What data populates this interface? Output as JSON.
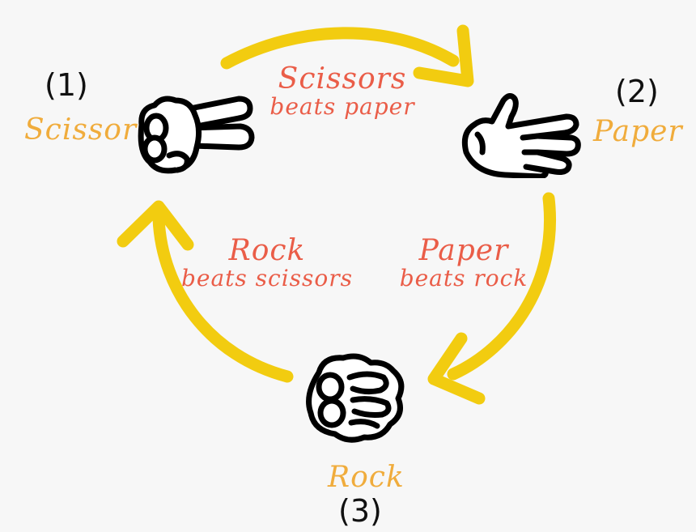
{
  "nodes": {
    "scissor": {
      "number": "(1)",
      "name": "Scissor"
    },
    "paper": {
      "number": "(2)",
      "name": "Paper"
    },
    "rock": {
      "number": "(3)",
      "name": "Rock"
    }
  },
  "rules": {
    "scissors_paper": {
      "title": "Scissors",
      "subtitle": "beats paper"
    },
    "paper_rock": {
      "title": "Paper",
      "subtitle": "beats rock"
    },
    "rock_scissors": {
      "title": "Rock",
      "subtitle": "beats scissors"
    }
  },
  "icons": {
    "scissor": "scissors-hand-icon",
    "paper": "open-hand-icon",
    "rock": "fist-icon"
  },
  "colors": {
    "background": "#f7f7f7",
    "arrow": "#f2cc10",
    "node_name": "#f0ac3c",
    "rule_text": "#ea5d48",
    "number": "#111111"
  }
}
